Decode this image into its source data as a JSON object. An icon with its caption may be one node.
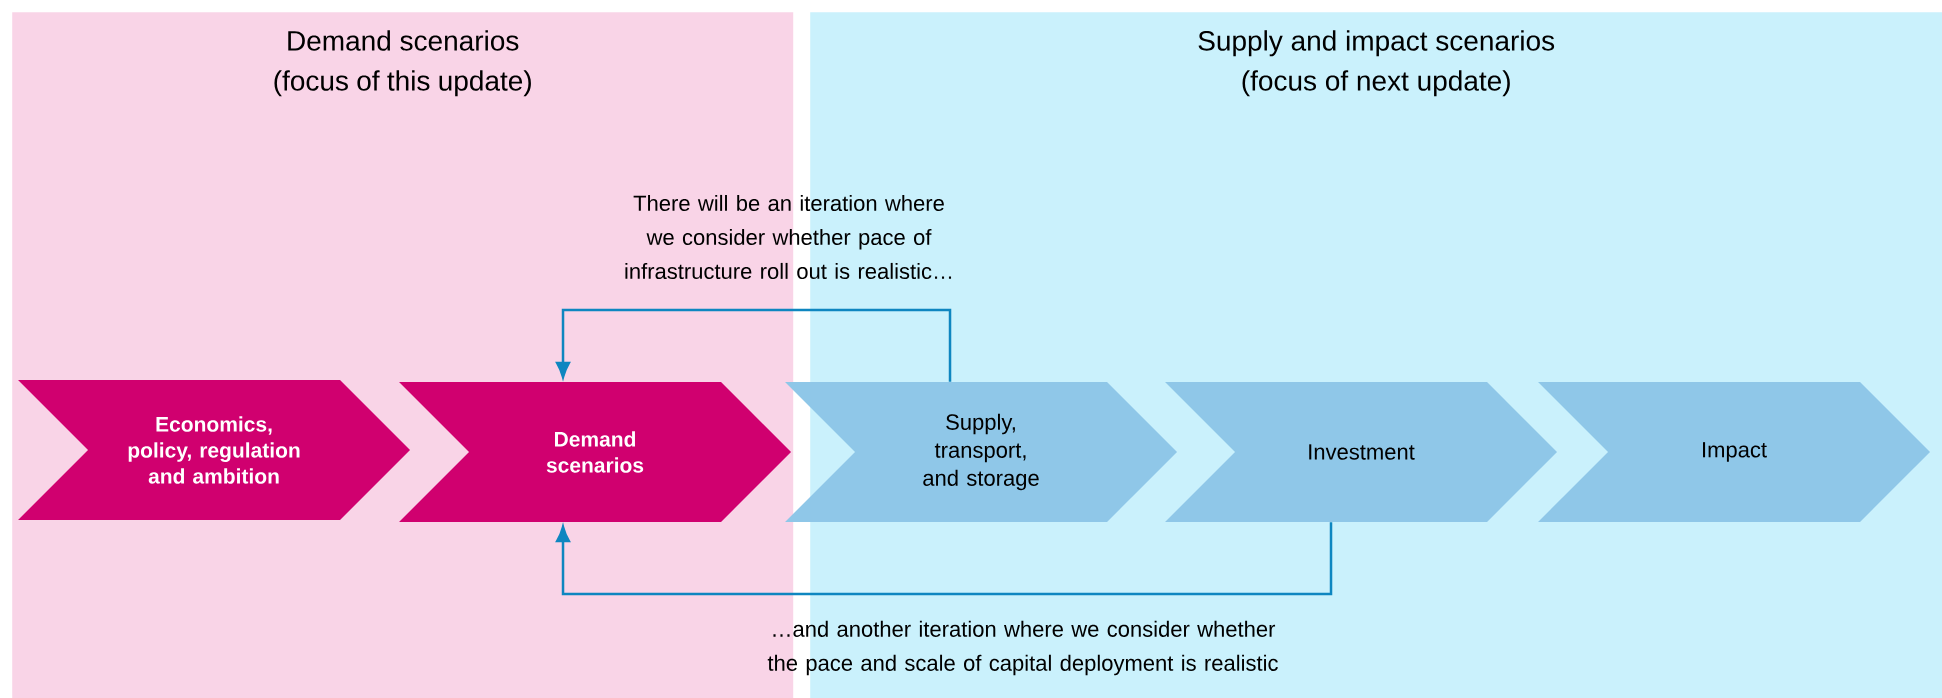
{
  "diagram": {
    "nodes": [
      {
        "text": [
          "Demand scenarios (focus of this update)"
        ]
      },
      {
        "text": [
          "Supply and impact scenarios (focus of next update)"
        ]
      },
      {
        "text": [
          "Economics, policy, regulation and ambition"
        ],
        "in": 0
      },
      {
        "text": [
          "Demand scenarios"
        ],
        "in": 0
      },
      {
        "text": [
          "Supply, transport, and storage"
        ]
      },
      {
        "text": [
          "Investment"
        ],
        "in": 1
      },
      {
        "text": [
          "Impact"
        ],
        "in": 1
      }
    ],
    "edges": [
      {
        "from": 4,
        "to": 3,
        "arrow": "to",
        "label": "There will be an iteration where we consider whether pace of infrastructure roll out is realistic…"
      },
      {
        "from": 5,
        "to": 3,
        "arrow": "to",
        "label": "…and another iteration where we consider whether the pace and scale of capital deployment is realistic"
      }
    ]
  }
}
